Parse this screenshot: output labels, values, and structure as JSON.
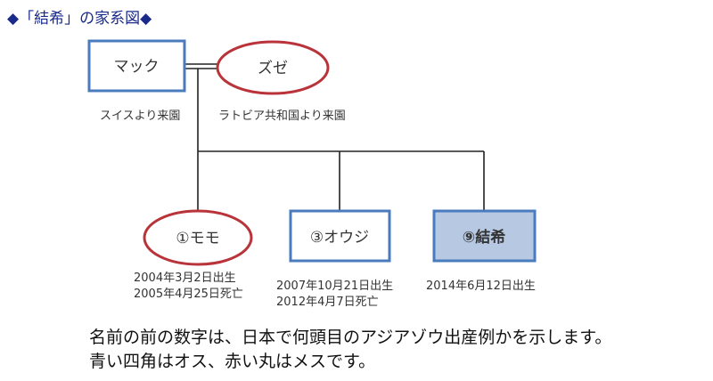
{
  "title": "◆「結希」の家系図◆",
  "colors": {
    "title": "#1a2a8a",
    "male_border": "#4a7bbd",
    "female_border": "#b9333a",
    "highlight_fill": "#b6c8e2",
    "line": "#222222"
  },
  "parents": {
    "father": {
      "label": "マック",
      "sex": "male",
      "origin": "スイスより来園"
    },
    "mother": {
      "label": "ズゼ",
      "sex": "female",
      "origin": "ラトビア共和国より来園"
    }
  },
  "children": [
    {
      "label": "①モモ",
      "sex": "female",
      "dates": [
        "2004年3月2日出生",
        "2005年4月25日死亡"
      ]
    },
    {
      "label": "③オウジ",
      "sex": "male",
      "dates": [
        "2007年10月21日出生",
        "2012年4月7日死亡"
      ]
    },
    {
      "label": "⑨結希",
      "sex": "male",
      "highlight": true,
      "dates": [
        "2014年6月12日出生"
      ]
    }
  ],
  "caption": {
    "line1": "名前の前の数字は、日本で何頭目のアジアゾウ出産例かを示します。",
    "line2": "青い四角はオス、赤い丸はメスです。"
  }
}
